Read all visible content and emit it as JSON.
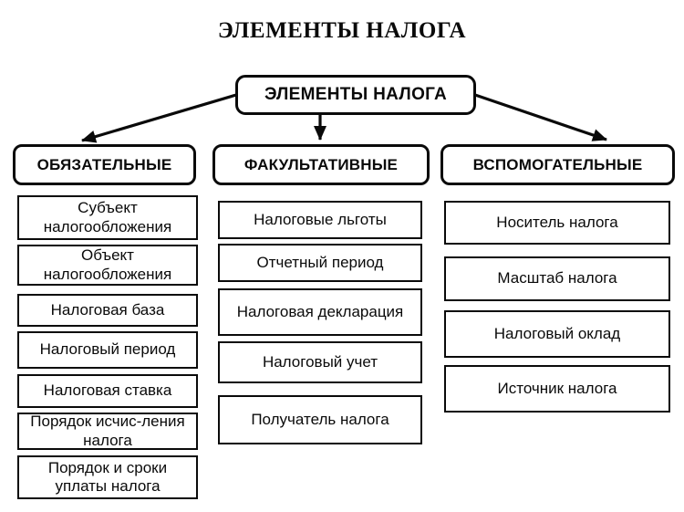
{
  "page_title": "ЭЛЕМЕНТЫ НАЛОГА",
  "root": {
    "label": "ЭЛЕМЕНТЫ НАЛОГА"
  },
  "columns": [
    {
      "header": "ОБЯЗАТЕЛЬНЫЕ",
      "items": [
        "Субъект налогообложения",
        "Объект налогообложения",
        "Налоговая база",
        "Налоговый период",
        "Налоговая ставка",
        "Порядок исчис-ления налога",
        "Порядок и сроки уплаты налога"
      ]
    },
    {
      "header": "ФАКУЛЬТАТИВНЫЕ",
      "items": [
        "Налоговые льготы",
        "Отчетный период",
        "Налоговая декларация",
        "Налоговый учет",
        "Получатель налога"
      ]
    },
    {
      "header": "ВСПОМОГАТЕЛЬНЫЕ",
      "items": [
        "Носитель налога",
        "Масштаб налога",
        "Налоговый оклад",
        "Источник налога"
      ]
    }
  ],
  "colors": {
    "ink": "#0a0a0a",
    "background": "#ffffff"
  }
}
